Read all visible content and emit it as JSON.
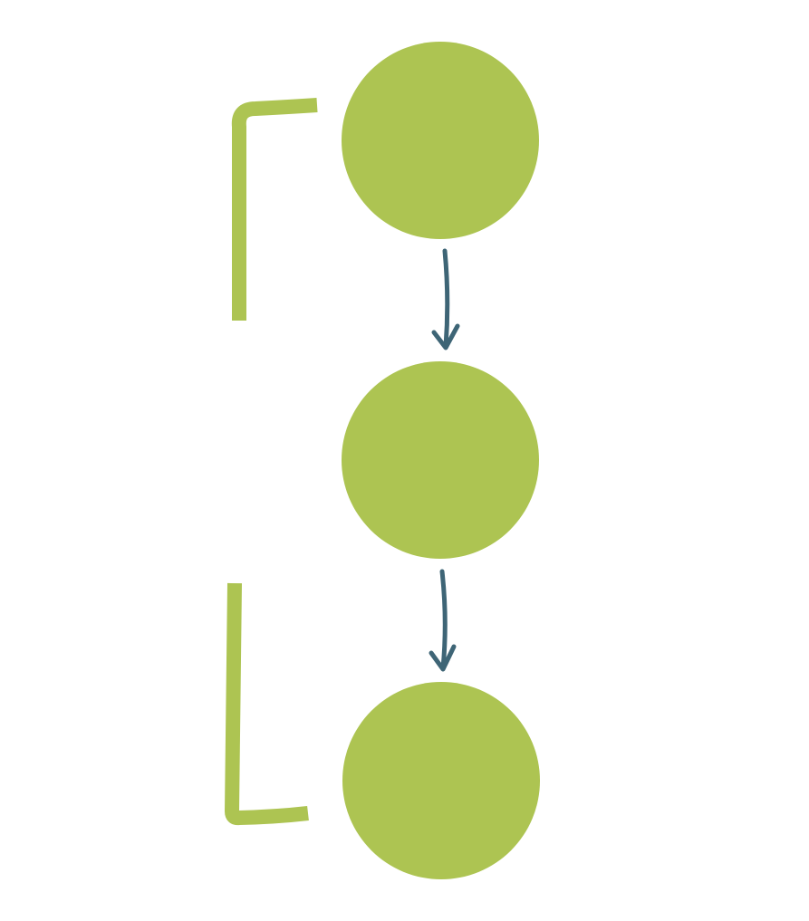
{
  "diagram": {
    "node_color": "#ADC452",
    "arrow_color": "#3E6576",
    "bracket_color": "#ADC452",
    "nodes": [
      {
        "id": "node-1",
        "label": ""
      },
      {
        "id": "node-2",
        "label": ""
      },
      {
        "id": "node-3",
        "label": ""
      }
    ],
    "connections": [
      {
        "from": "node-1",
        "to": "node-2"
      },
      {
        "from": "node-2",
        "to": "node-3"
      }
    ]
  }
}
